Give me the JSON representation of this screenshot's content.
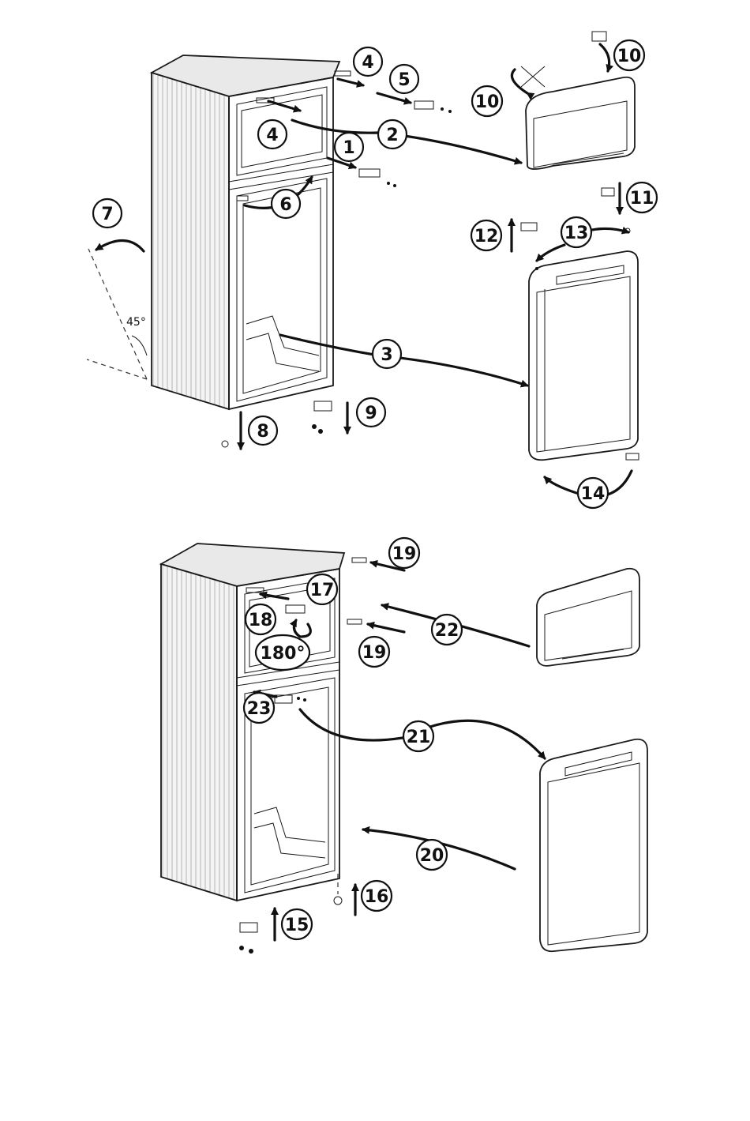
{
  "steps_top": [
    {
      "id": "s1",
      "label": "1"
    },
    {
      "id": "s2",
      "label": "2"
    },
    {
      "id": "s3",
      "label": "3"
    },
    {
      "id": "s4a",
      "label": "4"
    },
    {
      "id": "s4b",
      "label": "4"
    },
    {
      "id": "s5",
      "label": "5"
    },
    {
      "id": "s6",
      "label": "6"
    },
    {
      "id": "s7",
      "label": "7"
    },
    {
      "id": "s8",
      "label": "8"
    },
    {
      "id": "s9",
      "label": "9"
    },
    {
      "id": "s10a",
      "label": "10"
    },
    {
      "id": "s10b",
      "label": "10"
    },
    {
      "id": "s11",
      "label": "11"
    },
    {
      "id": "s12",
      "label": "12"
    },
    {
      "id": "s13",
      "label": "13"
    },
    {
      "id": "s14",
      "label": "14"
    }
  ],
  "steps_bottom": [
    {
      "id": "s15",
      "label": "15"
    },
    {
      "id": "s16",
      "label": "16"
    },
    {
      "id": "s17",
      "label": "17"
    },
    {
      "id": "s18",
      "label": "18"
    },
    {
      "id": "s19a",
      "label": "19"
    },
    {
      "id": "s19b",
      "label": "19"
    },
    {
      "id": "s20",
      "label": "20"
    },
    {
      "id": "s21",
      "label": "21"
    },
    {
      "id": "s22",
      "label": "22"
    },
    {
      "id": "s23",
      "label": "23"
    }
  ],
  "angle_label": "45°",
  "rotation_label": "180°",
  "colors": {
    "ink": "#111111",
    "paper": "#ffffff",
    "shade": "#e9e9e9"
  }
}
